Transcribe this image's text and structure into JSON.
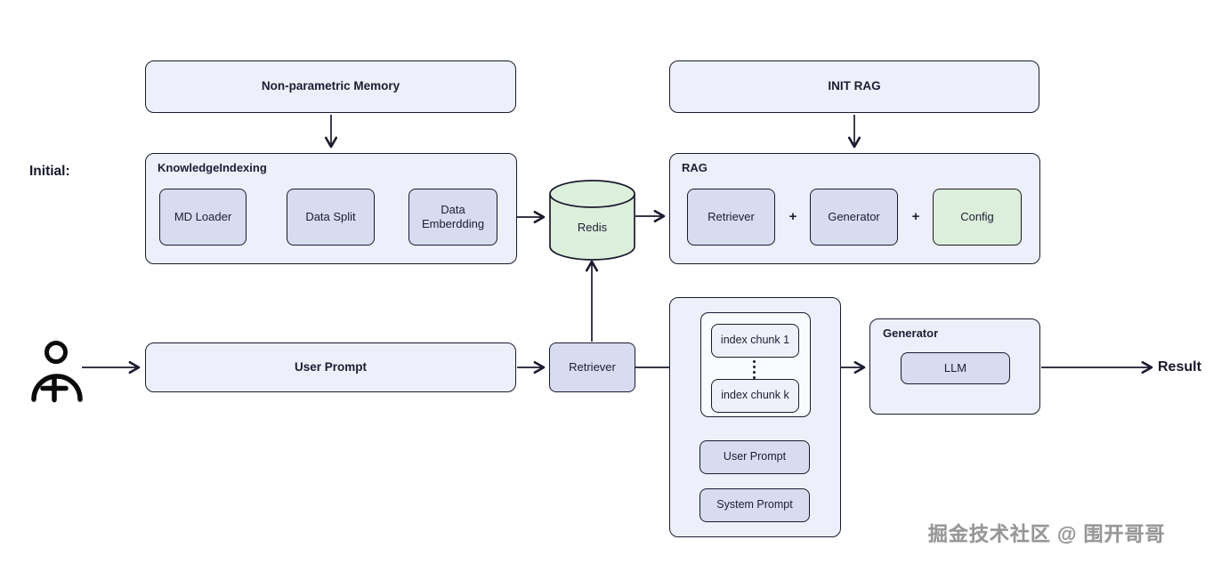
{
  "labels": {
    "initial": "Initial:",
    "result": "Result",
    "plus": "+"
  },
  "top": {
    "non_parametric_memory": "Non-parametric Memory",
    "init_rag": "INIT RAG"
  },
  "knowledge_indexing": {
    "title": "KnowledgeIndexing",
    "steps": [
      "MD Loader",
      "Data Split",
      "Data Emberdding"
    ]
  },
  "redis": {
    "label": "Redis"
  },
  "rag": {
    "title": "RAG",
    "retriever": "Retriever",
    "generator": "Generator",
    "config": "Config"
  },
  "query_flow": {
    "user_prompt": "User Prompt",
    "retriever": "Retriever",
    "index_chunk_first": "index chunk 1",
    "index_chunk_last": "index chunk k",
    "user_prompt_small": "User Prompt",
    "system_prompt": "System Prompt",
    "generator_title": "Generator",
    "llm": "LLM"
  },
  "icons": {
    "user_add": "user-add-icon"
  },
  "watermark": "掘金技术社区 @ 围开哥哥",
  "colors": {
    "container_fill": "#edf0fa",
    "node_fill": "#d8dcf1",
    "green_fill": "#dcefdb",
    "chunk_fill": "#eef1fa",
    "stroke": "#1a1a2e",
    "watermark_gray": "#969696"
  }
}
